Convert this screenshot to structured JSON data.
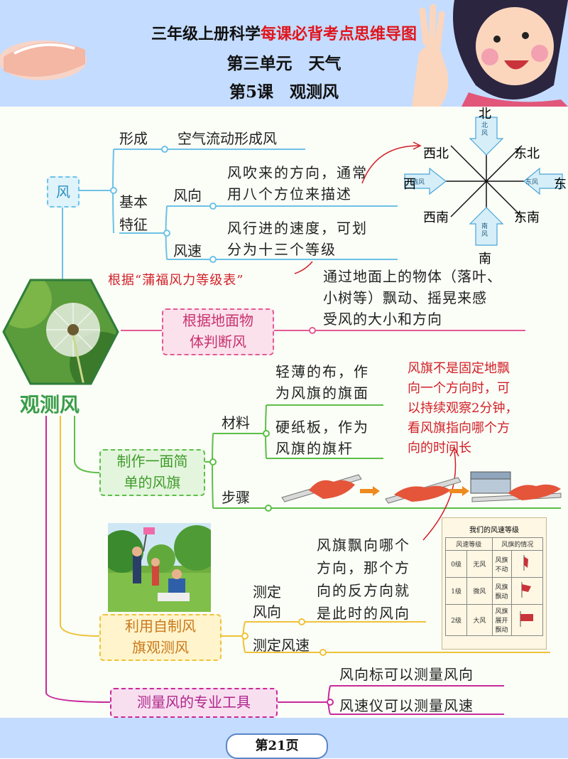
{
  "header": {
    "title_black": "三年级上册科学",
    "title_red": "每课必背考点思维导图",
    "unit": "第三单元　天气",
    "lesson": "第5课　观测风"
  },
  "central": {
    "label": "观测风"
  },
  "wind": {
    "label": "风",
    "formation_label": "形成",
    "formation_text": "空气流动形成风",
    "basic_features": "基本特征",
    "direction_label": "风向",
    "direction_text_1": "风吹来的方向，通常",
    "direction_text_2": "用八个方位来描述",
    "speed_label": "风速",
    "speed_text_1": "风行进的速度，可划",
    "speed_text_2": "分为十三个等级",
    "note": "根据“蒲福风力等级表”"
  },
  "compass": {
    "north": "北",
    "south": "南",
    "east": "东",
    "west": "西",
    "northwest": "西北",
    "northeast": "东北",
    "southwest": "西南",
    "southeast": "东南",
    "arrow_north": "北风",
    "arrow_south": "南风",
    "arrow_east": "东风",
    "arrow_west": "西风"
  },
  "judge": {
    "label_1": "根据地面物",
    "label_2": "体判断风",
    "text_1": "通过地面上的物体（落叶、",
    "text_2": "小树等）飘动、摇晃来感",
    "text_3": "受风的大小和方向"
  },
  "make_flag": {
    "label_1": "制作一面简",
    "label_2": "单的风旗",
    "materials_label": "材料",
    "material_1a": "轻薄的布，作",
    "material_1b": "为风旗的旗面",
    "material_2a": "硬纸板，作为",
    "material_2b": "风旗的旗杆",
    "steps_label": "步骤",
    "note_1": "风旗不是固定地飘",
    "note_2": "向一个方向时，可",
    "note_3": "以持续观察2分钟，",
    "note_4": "看风旗指向哪个方",
    "note_5": "向的时间长"
  },
  "observe": {
    "label_1": "利用自制风",
    "label_2": "旗观测风",
    "dir_label_1": "测定",
    "dir_label_2": "风向",
    "dir_text_1": "风旗飘向哪个",
    "dir_text_2": "方向，那个方",
    "dir_text_3": "向的反方向就",
    "dir_text_4": "是此时的风向",
    "speed_label": "测定风速"
  },
  "wind_table": {
    "title": "我们的风速等级",
    "headers": [
      "风速等级",
      "风旗的情况"
    ],
    "rows": [
      {
        "level": "0级",
        "name": "无风",
        "desc": "风旗不动"
      },
      {
        "level": "1级",
        "name": "微风",
        "desc": "风旗飘动"
      },
      {
        "level": "2级",
        "name": "大风",
        "desc": "风旗展开飘动"
      }
    ]
  },
  "tools": {
    "label": "测量风的专业工具",
    "text_1": "风向标可以测量风向",
    "text_2": "风速仪可以测量风速"
  },
  "footer": {
    "page": "第21页"
  },
  "colors": {
    "blue": "#6cc2e8",
    "pink": "#e25b93",
    "green": "#5cbf47",
    "yellow": "#eec339",
    "magenta": "#c72a9a",
    "red": "#d11f26"
  }
}
